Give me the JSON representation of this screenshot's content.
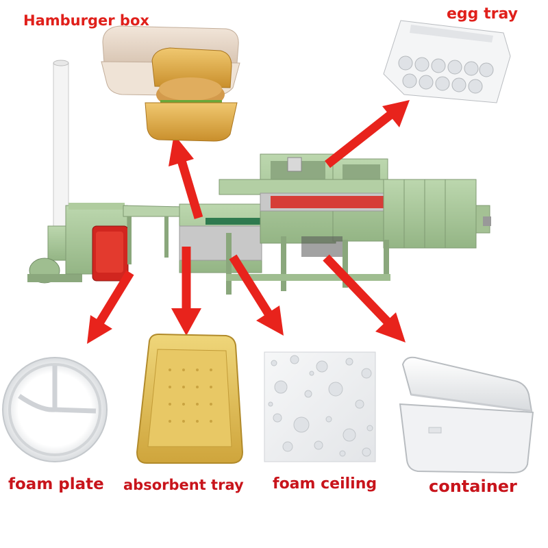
{
  "labels": {
    "hamburger_box": "Hamburger box",
    "egg_tray": "egg tray",
    "foam_plate": "foam plate",
    "absorbent_tray": "absorbent tray",
    "foam_ceiling": "foam ceiling",
    "container": "container"
  },
  "colors": {
    "arrow": "#e8231c",
    "machine_green": "#a9c79a",
    "label_red": "#e0201b",
    "tray_yellow": "#e3c25a"
  }
}
